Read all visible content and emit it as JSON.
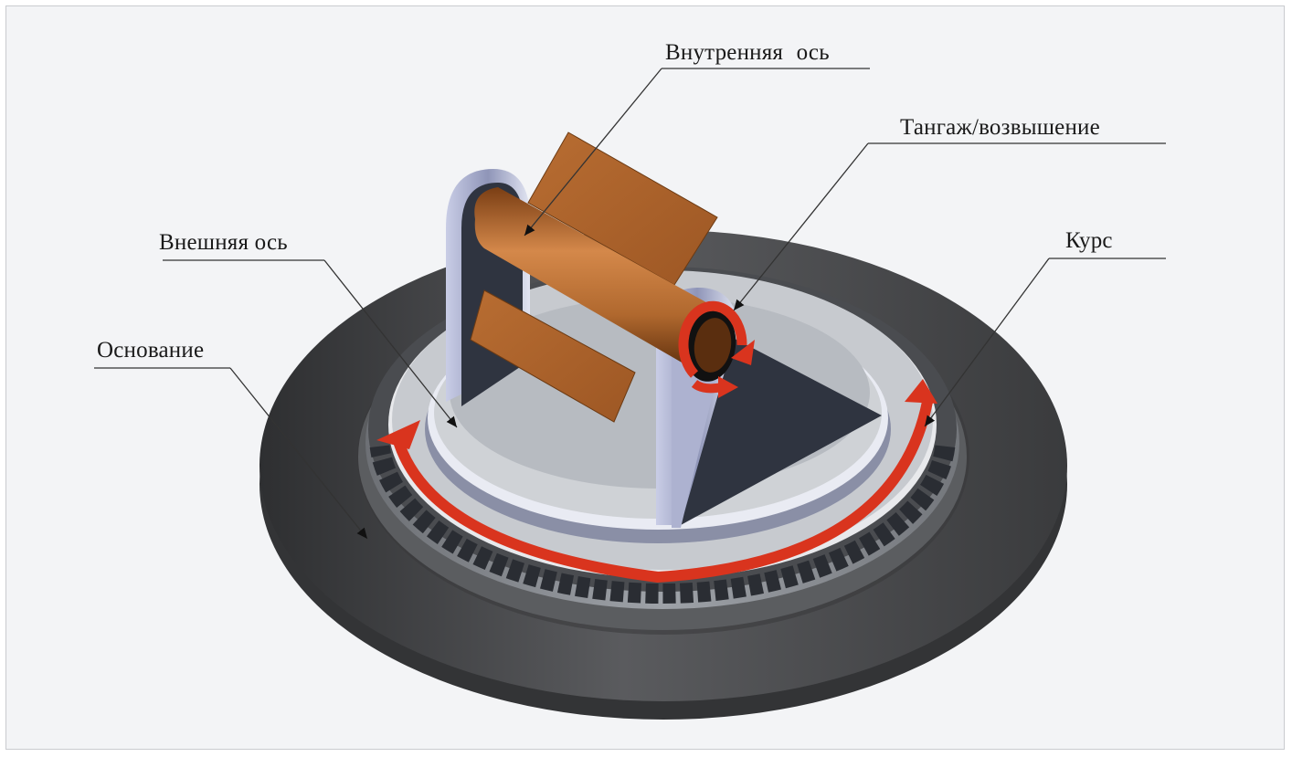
{
  "labels": {
    "inner_axis": "Внутренняя  ось",
    "pitch": "Тангаж/возвышение",
    "outer_axis": "Внешняя ось",
    "heading": "Курс",
    "base": "Основание"
  },
  "colors": {
    "background": "#f3f4f6",
    "base_dark": "#4c4d4f",
    "platform_light": "#c9ccd0",
    "bracket_face": "#2f3440",
    "copper": "#b3672c",
    "arrow_red": "#d9341e",
    "leader_line": "#333333"
  }
}
